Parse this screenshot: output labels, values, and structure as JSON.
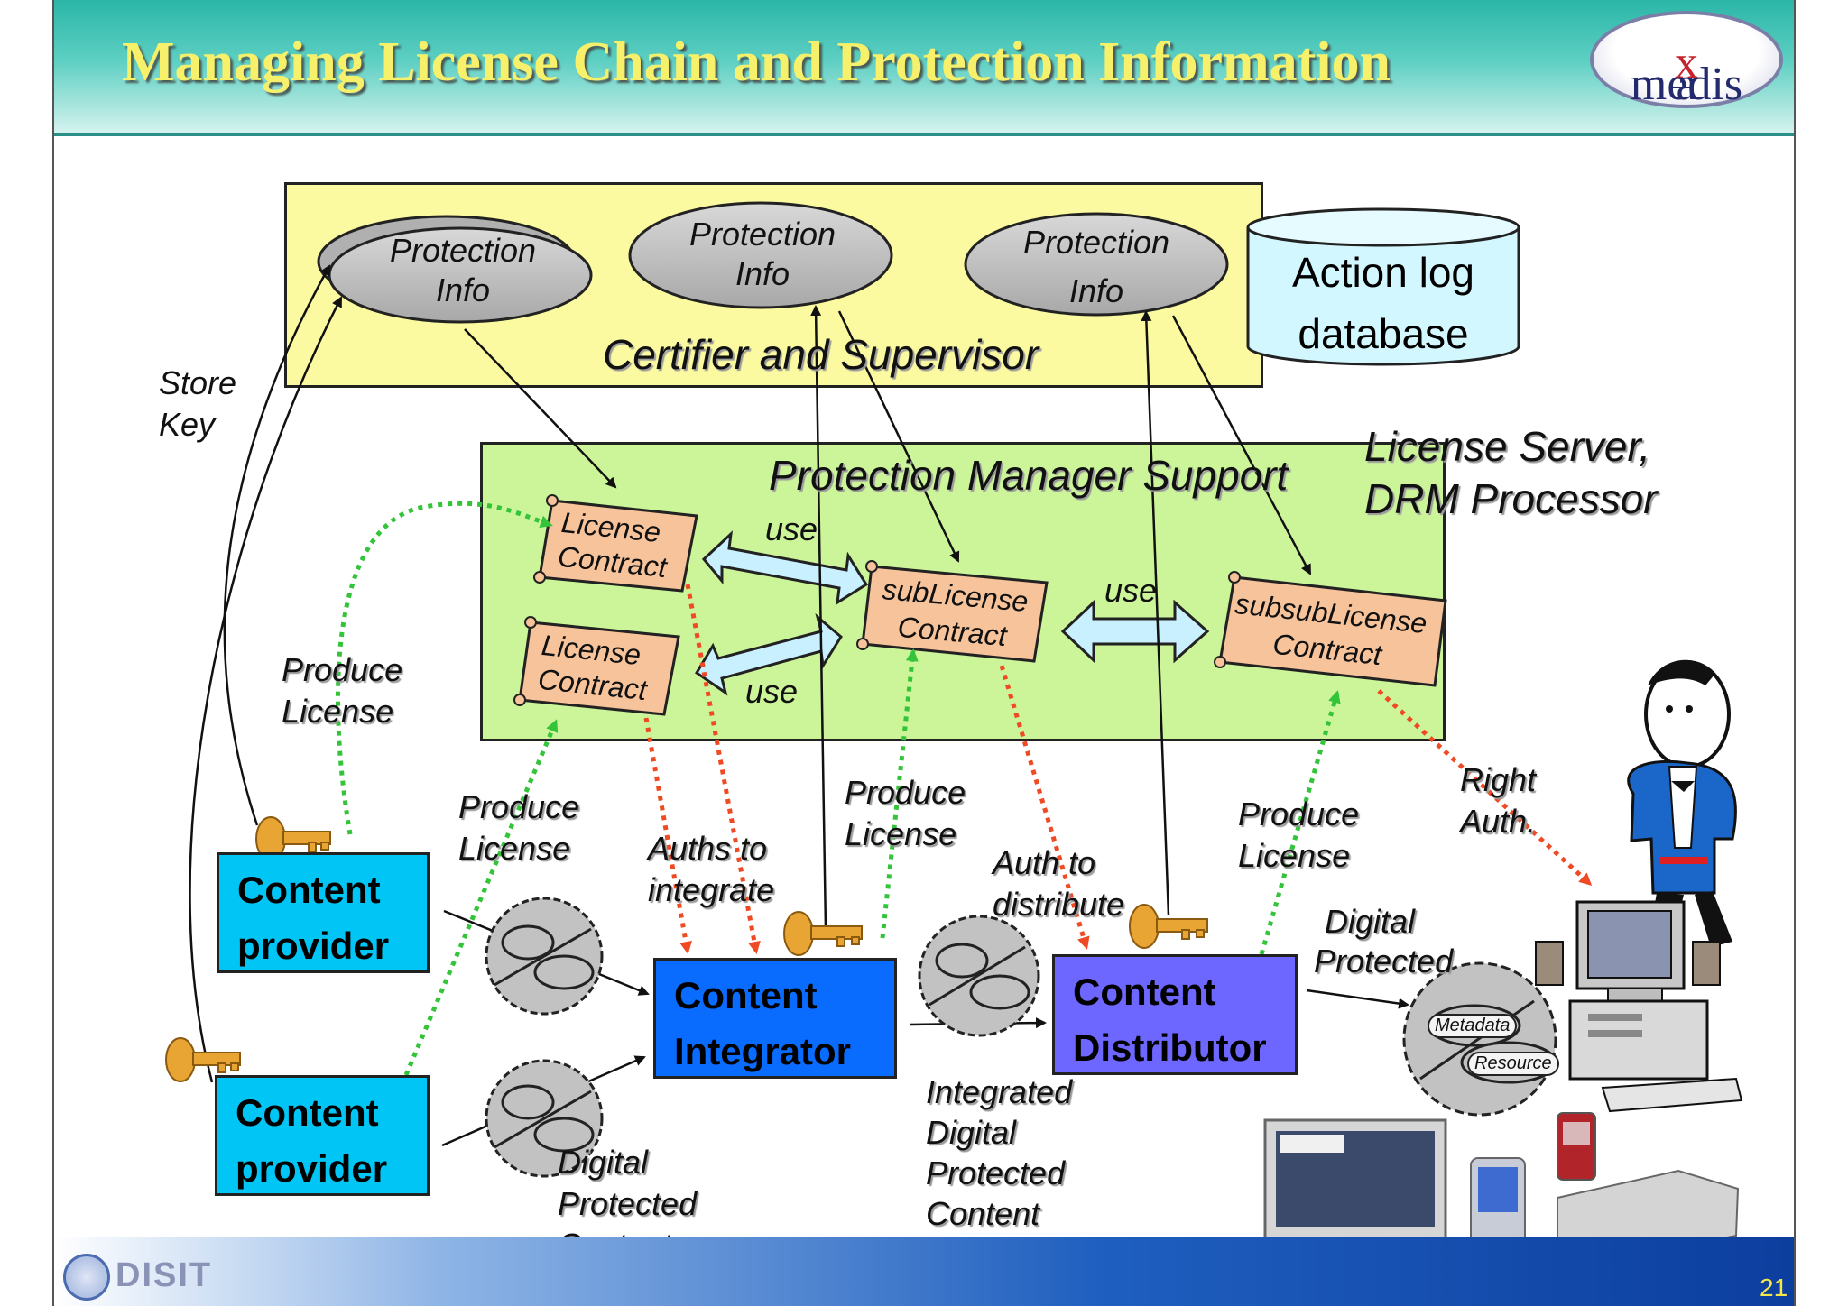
{
  "slide": {
    "title": "Managing License Chain and Protection Information",
    "logo": {
      "left": "a",
      "mid": "x",
      "right": "medis"
    },
    "page_number": "21",
    "footer_logo": "DISIT"
  },
  "certifier": {
    "label": "Certifier and Supervisor",
    "protection_info": [
      {
        "line1": "Protection",
        "line2": "Info"
      },
      {
        "line1": "Protection",
        "line2": "Info"
      },
      {
        "line1": "Protection",
        "line2": "Info"
      }
    ],
    "database": {
      "line1": "Action log",
      "line2": "database"
    }
  },
  "pms": {
    "label": "Protection Manager Support",
    "contracts": [
      {
        "line1": "License",
        "line2": "Contract"
      },
      {
        "line1": "License",
        "line2": "Contract"
      },
      {
        "line1": "subLicense",
        "line2": "Contract"
      },
      {
        "line1": "subsubLicense",
        "line2": "Contract"
      }
    ],
    "use_labels": [
      "use",
      "use",
      "use"
    ]
  },
  "license_server": {
    "line1": "License Server,",
    "line2": "DRM Processor"
  },
  "store_key": {
    "line1": "Store",
    "line2": "Key"
  },
  "actors": {
    "content_provider_1": {
      "line1": "Content",
      "line2": "provider"
    },
    "content_provider_2": {
      "line1": "Content",
      "line2": "provider"
    },
    "content_integrator": {
      "line1": "Content",
      "line2": "Integrator"
    },
    "content_distributor": {
      "line1": "Content",
      "line2": "Distributor"
    }
  },
  "flow_labels": {
    "produce_license_1": {
      "line1": "Produce",
      "line2": "License"
    },
    "produce_license_2": {
      "line1": "Produce",
      "line2": "License"
    },
    "produce_license_3": {
      "line1": "Produce",
      "line2": "License"
    },
    "produce_license_4": {
      "line1": "Produce",
      "line2": "License"
    },
    "auths_to_integrate": {
      "line1": "Auths to",
      "line2": "integrate"
    },
    "auth_to_distribute": {
      "line1": "Auth to",
      "line2": "distribute"
    },
    "right_auth": {
      "line1": "Right",
      "line2": "Auth."
    },
    "digital_protected_1": {
      "line1": "Digital",
      "line2": "Protected",
      "line3": "Content"
    },
    "digital_protected_2": {
      "line1": "Digital",
      "line2": "Protected"
    },
    "integrated": {
      "line1": "Integrated",
      "line2": "Digital",
      "line3": "Protected",
      "line4": "Content"
    }
  },
  "package_labels": {
    "metadata": "Metadata",
    "resource": "Resource"
  },
  "colors": {
    "certifier_bg": "#fbfaa0",
    "pms_bg": "#ccf59a",
    "provider": "#00c5f5",
    "integrator": "#0a6cff",
    "distributor": "#6d66ff",
    "contract": "#f7c39b",
    "green_dotted": "#34c43a",
    "red_dotted": "#ef4a23",
    "double_arrow": "#c9f0ff"
  }
}
